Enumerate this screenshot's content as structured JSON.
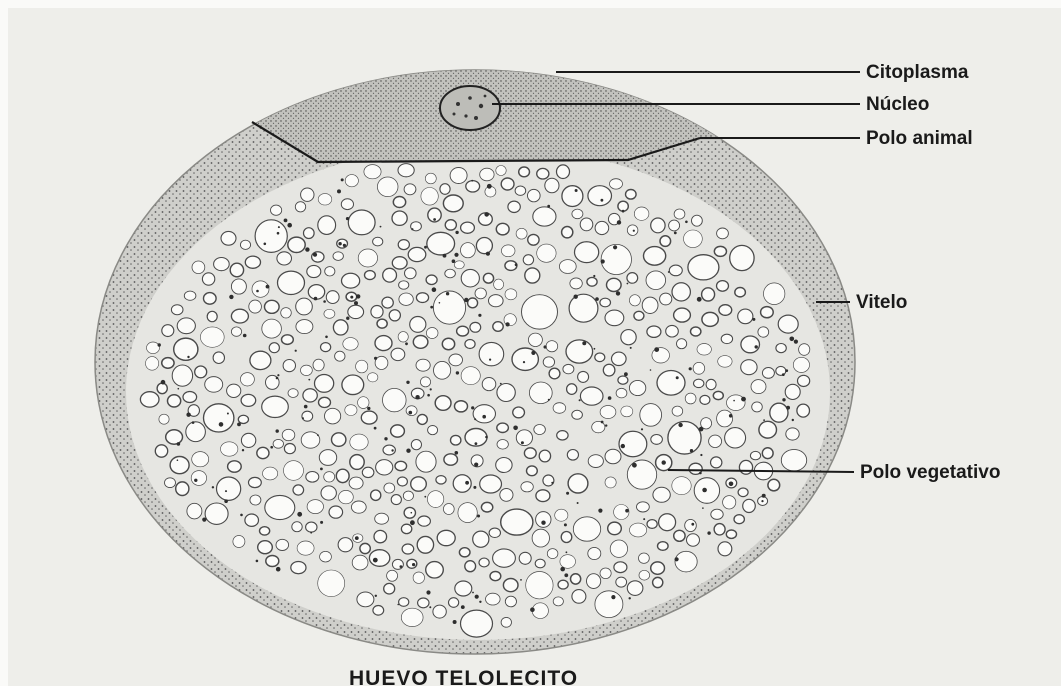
{
  "diagram": {
    "labels": {
      "citoplasma": "Citoplasma",
      "nucleo": "Núcleo",
      "polo_animal": "Polo animal",
      "vitelo": "Vitelo",
      "polo_vegetativo": "Polo vegetativo"
    },
    "caption": "HUEVO TELOLECITO"
  },
  "colors": {
    "paper": "#eeeeea",
    "cell_fill": "#d9d9d5",
    "cytoplasm": "#c4c4c0",
    "yolk": "#e9e9e6",
    "granule_stroke": "#4a4a4a",
    "ink": "#1a1a1a"
  }
}
